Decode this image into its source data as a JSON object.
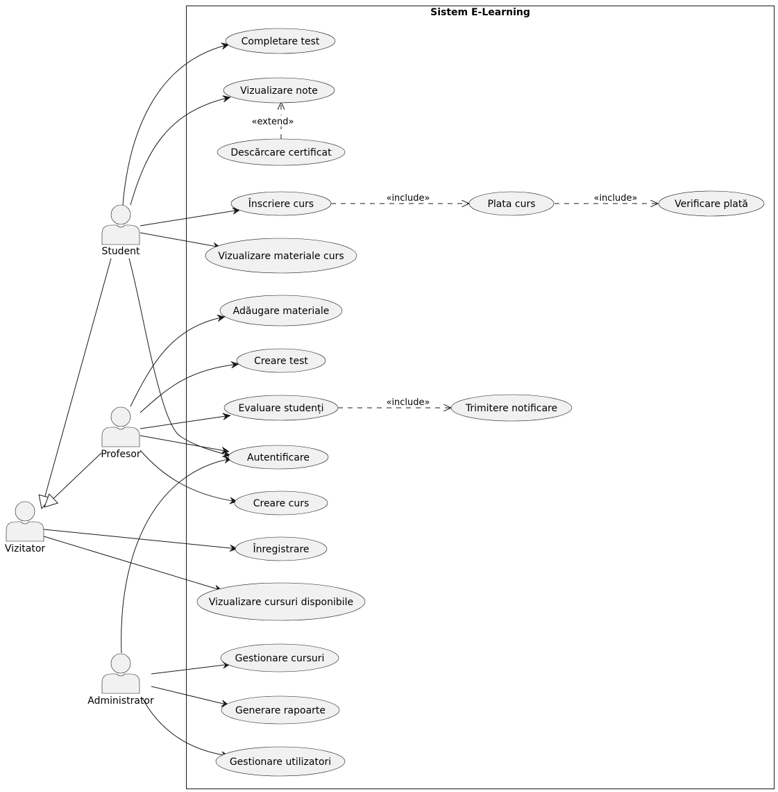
{
  "system": {
    "title": "Sistem E-Learning"
  },
  "actors": {
    "student": "Student",
    "profesor": "Profesor",
    "vizitator": "Vizitator",
    "administrator": "Administrator"
  },
  "use_cases": {
    "completare_test": "Completare test",
    "vizualizare_note": "Vizualizare note",
    "descarcare_certificat": "Descărcare certificat",
    "inscriere_curs": "Înscriere curs",
    "plata_curs": "Plata curs",
    "verificare_plata": "Verificare plată",
    "vizualizare_materiale": "Vizualizare materiale curs",
    "adaugare_materiale": "Adăugare materiale",
    "creare_test": "Creare test",
    "evaluare_studenti": "Evaluare studenți",
    "trimitere_notificare": "Trimitere notificare",
    "autentificare": "Autentificare",
    "creare_curs": "Creare curs",
    "inregistrare": "Înregistrare",
    "vizualizare_cursuri": "Vizualizare cursuri disponibile",
    "gestionare_cursuri": "Gestionare cursuri",
    "generare_rapoarte": "Generare rapoarte",
    "gestionare_utilizatori": "Gestionare utilizatori"
  },
  "stereotypes": {
    "extend": "«extend»",
    "include_plata": "«include»",
    "include_verificare": "«include»",
    "include_notificare": "«include»"
  }
}
